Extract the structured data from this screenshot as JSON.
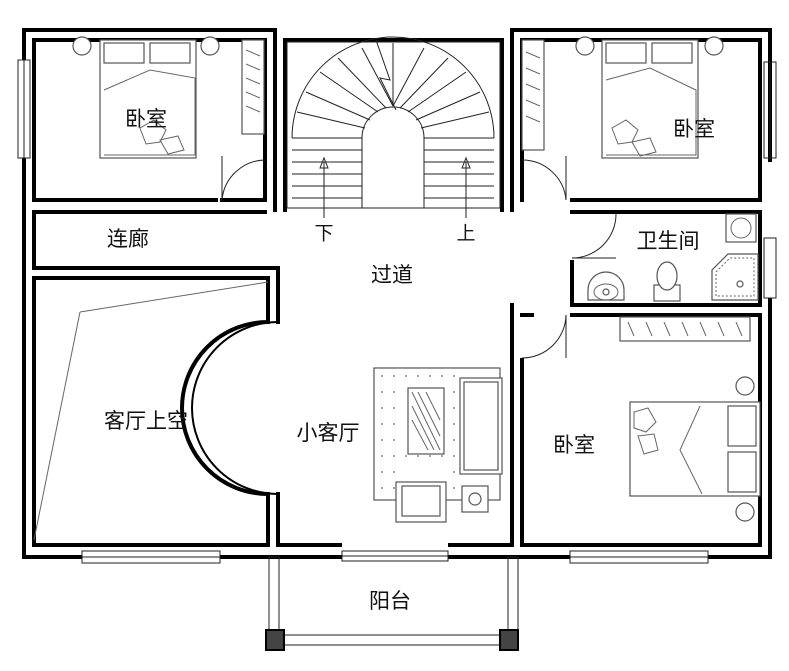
{
  "rooms": {
    "bedroom_nw": "卧室",
    "bedroom_ne": "卧室",
    "bedroom_se": "卧室",
    "corridor": "连廊",
    "hallway": "过道",
    "bathroom": "卫生间",
    "living_void": "客厅上空",
    "small_living": "小客厅",
    "balcony": "阳台"
  },
  "stairs": {
    "down": "下",
    "up": "上"
  },
  "colors": {
    "wall": "#000000",
    "furniture": "#555555",
    "background": "#ffffff"
  }
}
